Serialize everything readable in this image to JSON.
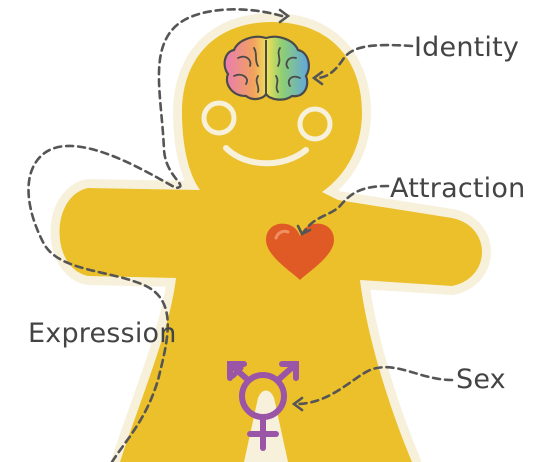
{
  "labels": {
    "identity": "Identity",
    "attraction": "Attraction",
    "expression": "Expression",
    "sex": "Sex"
  },
  "colors": {
    "body": "#EBC02B",
    "outline": "#F7F1DC",
    "dash": "#555555",
    "heart": "#E05A26",
    "symbol": "#9A55A6",
    "brain_pink": "#E97BB3",
    "brain_yellow": "#EDE05A",
    "brain_green": "#8FCF72",
    "brain_blue": "#5FA6E0",
    "label_text": "#444444"
  },
  "icons": [
    "brain-icon",
    "heart-icon",
    "transgender-symbol-icon"
  ]
}
